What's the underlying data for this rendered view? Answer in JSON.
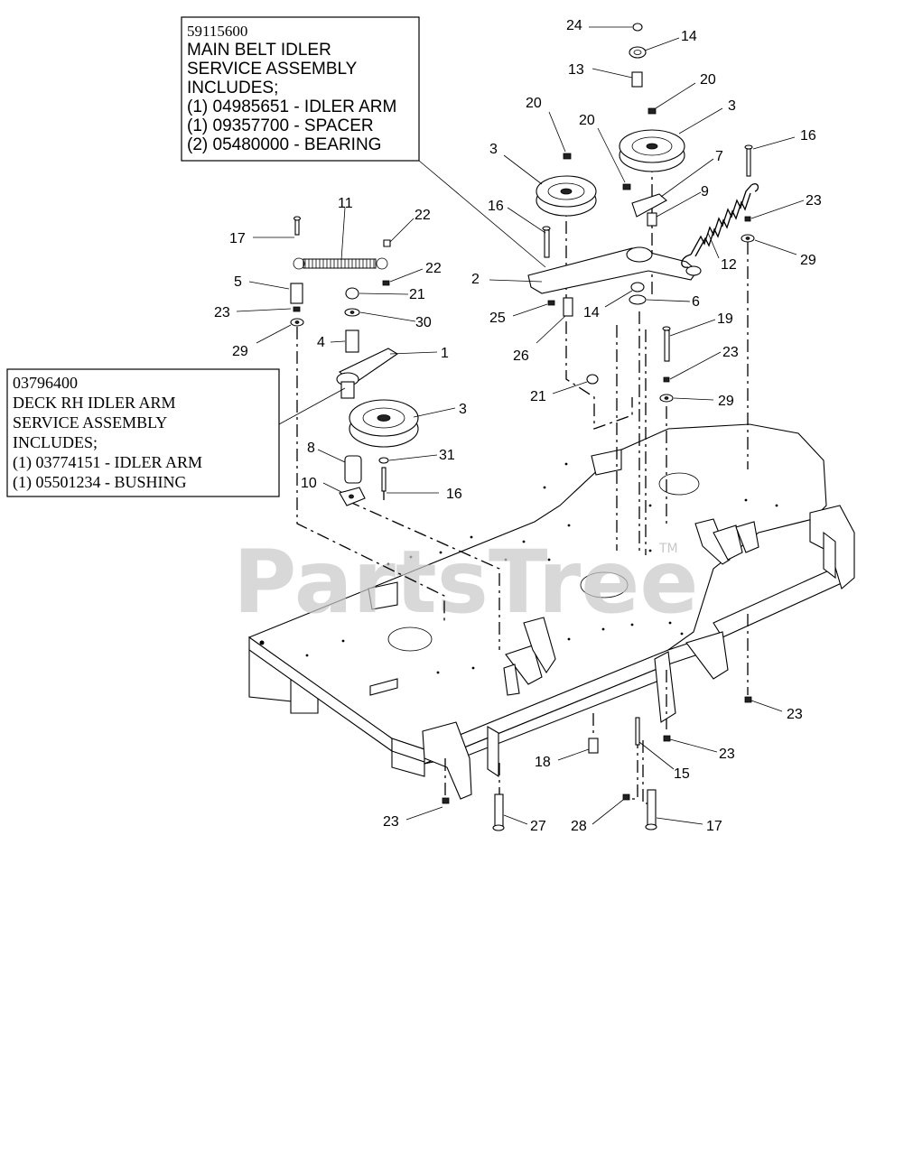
{
  "watermark": {
    "text": "PartsTree",
    "tm": "TM"
  },
  "callouts": {
    "main_belt": {
      "lines": [
        "59115600",
        "MAIN BELT IDLER",
        "SERVICE ASSEMBLY",
        "INCLUDES;",
        "(1) 04985651 - IDLER ARM",
        "(1) 09357700 - SPACER",
        "(2) 05480000 - BEARING"
      ]
    },
    "deck_rh": {
      "lines": [
        "03796400",
        "DECK RH IDLER ARM",
        "SERVICE ASSEMBLY",
        "INCLUDES;",
        "(1) 03774151 - IDLER ARM",
        "(1) 05501234 - BUSHING"
      ]
    }
  },
  "part_labels": [
    "24",
    "14",
    "13",
    "20",
    "3",
    "20",
    "20",
    "3",
    "7",
    "16",
    "16",
    "9",
    "23",
    "12",
    "29",
    "11",
    "22",
    "17",
    "22",
    "5",
    "21",
    "2",
    "6",
    "14",
    "25",
    "30",
    "23",
    "26",
    "19",
    "4",
    "1",
    "29",
    "23",
    "21",
    "29",
    "3",
    "31",
    "8",
    "16",
    "10",
    "23",
    "23",
    "18",
    "15",
    "23",
    "27",
    "28",
    "17"
  ]
}
